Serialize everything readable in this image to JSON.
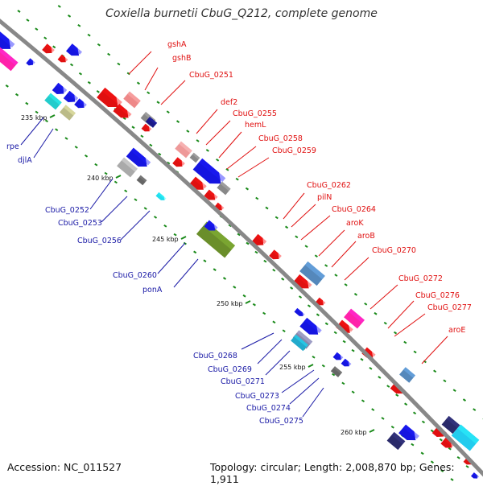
{
  "title": "Coxiella burnetii CbuG_Q212, complete genome",
  "footer": {
    "accession": "Accession: NC_011527",
    "topology": "Topology: circular; Length: 2,008,870 bp; Genes: 1,911"
  },
  "colors": {
    "forward_label": "#e01010",
    "reverse_label": "#1a1aa6",
    "backbone": "#888888",
    "tick": "#1a8a1a"
  },
  "scale_labels": [
    "235 kbp",
    "240 kbp",
    "245 kbp",
    "250 kbp",
    "255 kbp",
    "260 kbp"
  ],
  "forward_labels": [
    "gshA",
    "gshB",
    "CbuG_0251",
    "def2",
    "CbuG_0255",
    "hemL",
    "CbuG_0258",
    "CbuG_0259",
    "CbuG_0262",
    "pilN",
    "CbuG_0264",
    "aroK",
    "aroB",
    "CbuG_0270",
    "CbuG_0272",
    "CbuG_0276",
    "CbuG_0277",
    "aroE"
  ],
  "reverse_labels": [
    "rpe",
    "djlA",
    "CbuG_0252",
    "CbuG_0253",
    "CbuG_0256",
    "CbuG_0260",
    "ponA",
    "CbuG_0268",
    "CbuG_0269",
    "CbuG_0271",
    "CbuG_0273",
    "CbuG_0274",
    "CbuG_0275"
  ]
}
